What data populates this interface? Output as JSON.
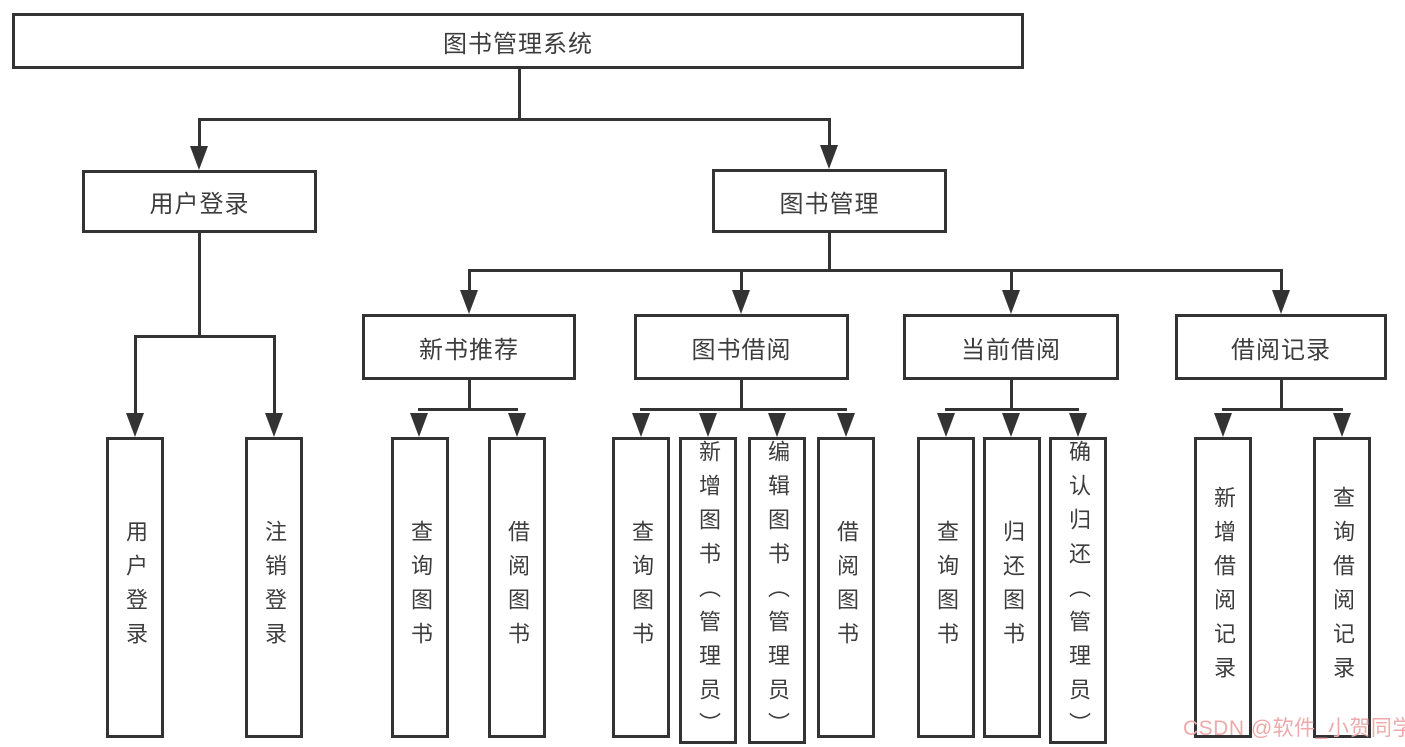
{
  "colors": {
    "background": "#ffffff",
    "line": "#333333",
    "box_border": "#333333",
    "box_background": "#ffffff",
    "text": "#3d3d3d",
    "watermark": "#eeaaaa"
  },
  "watermark": {
    "text": "CSDN @软件_小贺同学"
  },
  "tree": {
    "root": {
      "label": "图书管理系统"
    },
    "branches": [
      {
        "label": "用户登录",
        "children": [
          {
            "label": "用户登录"
          },
          {
            "label": "注销登录"
          }
        ]
      },
      {
        "label": "图书管理",
        "children": [
          {
            "label": "新书推荐",
            "children": [
              {
                "label": "查询图书"
              },
              {
                "label": "借阅图书"
              }
            ]
          },
          {
            "label": "图书借阅",
            "children": [
              {
                "label": "查询图书"
              },
              {
                "label": "新增图书（管理员）"
              },
              {
                "label": "编辑图书（管理员）"
              },
              {
                "label": "借阅图书"
              }
            ]
          },
          {
            "label": "当前借阅",
            "children": [
              {
                "label": "查询图书"
              },
              {
                "label": "归还图书"
              },
              {
                "label": "确认归还（管理员）"
              }
            ]
          },
          {
            "label": "借阅记录",
            "children": [
              {
                "label": "新增借阅记录"
              },
              {
                "label": "查询借阅记录"
              }
            ]
          }
        ]
      }
    ]
  }
}
